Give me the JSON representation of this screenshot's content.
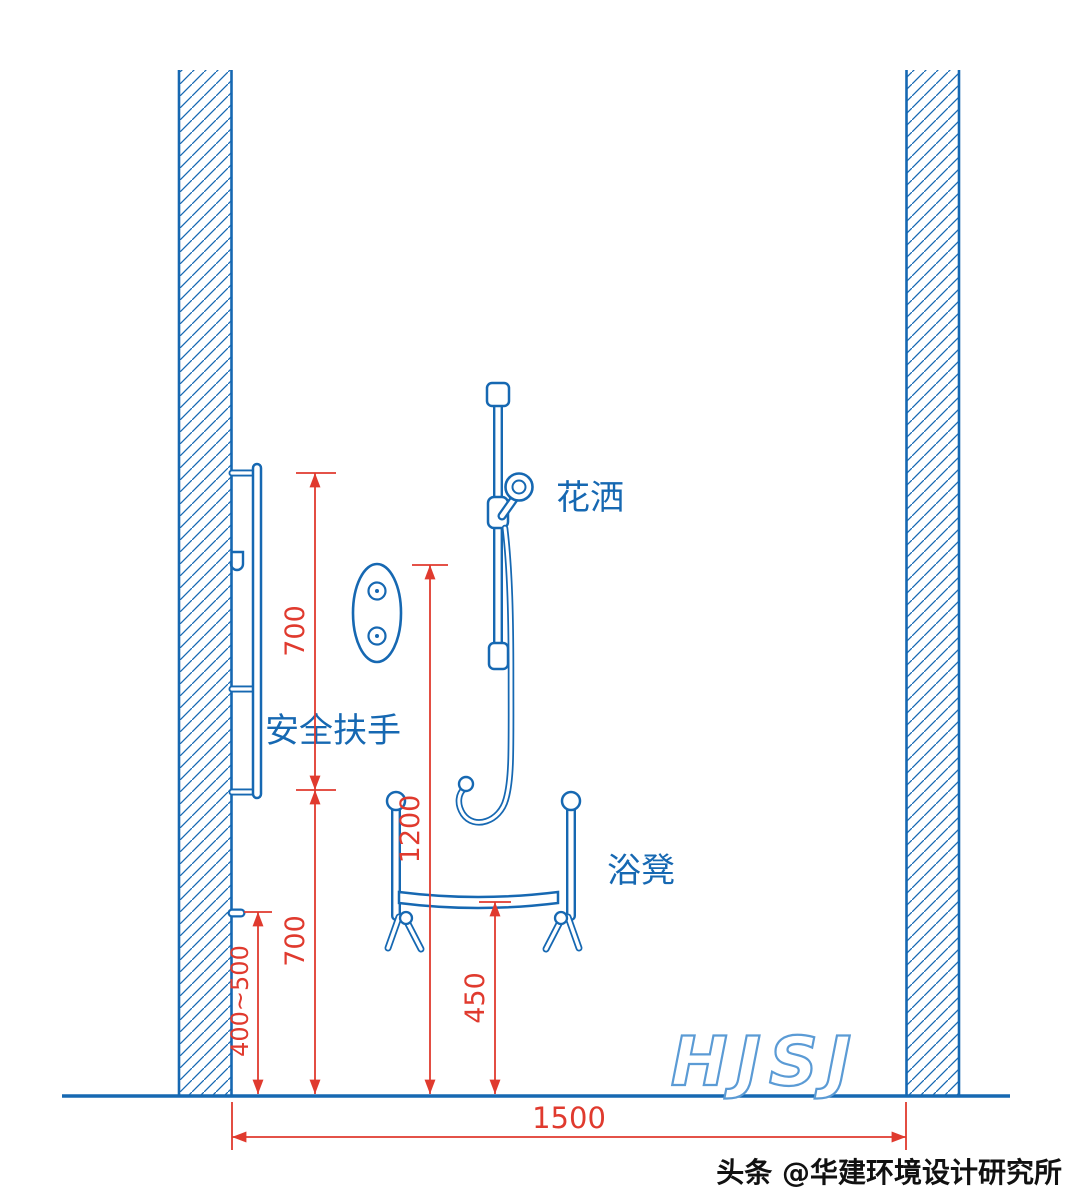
{
  "colors": {
    "line_blue": "#1668b2",
    "dimension_red": "#e03a2e",
    "watermark_blue": "#5b9bd5",
    "footer_black": "#111111"
  },
  "labels": {
    "shower_head": "花洒",
    "safety_handrail": "安全扶手",
    "bath_stool": "浴凳"
  },
  "dimensions": {
    "handrail_length": "700",
    "shower_height": "1200",
    "handrail_mount_height": "700",
    "hook_height_range": "400~500",
    "seat_height": "450",
    "bay_width": "1500"
  },
  "watermark": "HJSJ",
  "footer": "头条 @华建环境设计研究所"
}
